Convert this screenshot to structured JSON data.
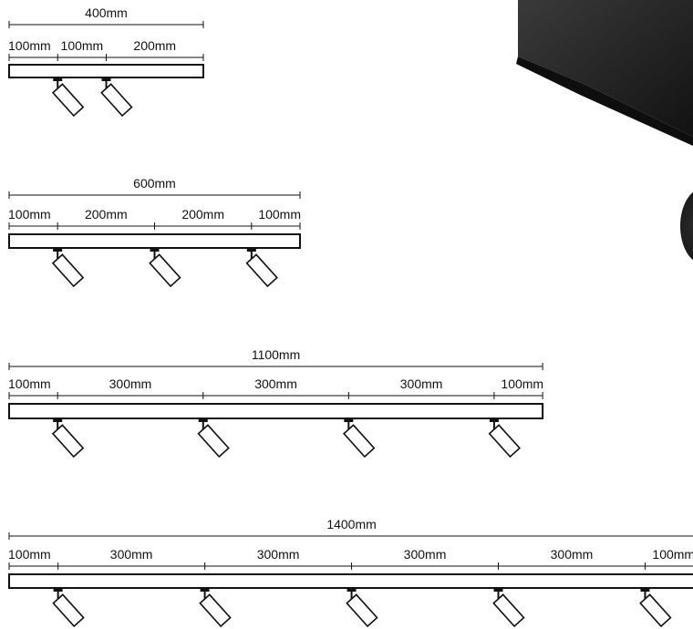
{
  "colors": {
    "ink": "#111111",
    "paper": "#ffffff",
    "product_dark": "#1b1b1b",
    "product_mid": "#333333"
  },
  "product_photo": {
    "icon": "track-light-product-photo"
  },
  "configurations": [
    {
      "id": "400",
      "total_mm": 400,
      "total_label": "400mm",
      "segments_mm": [
        100,
        100,
        200
      ],
      "segment_labels": [
        "100mm",
        "100mm",
        "200mm"
      ],
      "spotlight_count": 2
    },
    {
      "id": "600",
      "total_mm": 600,
      "total_label": "600mm",
      "segments_mm": [
        100,
        200,
        200,
        100
      ],
      "segment_labels": [
        "100mm",
        "200mm",
        "200mm",
        "100mm"
      ],
      "spotlight_count": 3
    },
    {
      "id": "1100",
      "total_mm": 1100,
      "total_label": "1100mm",
      "segments_mm": [
        100,
        300,
        300,
        300,
        100
      ],
      "segment_labels": [
        "100mm",
        "300mm",
        "300mm",
        "300mm",
        "100mm"
      ],
      "spotlight_count": 4
    },
    {
      "id": "1400",
      "total_mm": 1400,
      "total_label": "1400mm",
      "segments_mm": [
        100,
        300,
        300,
        300,
        300,
        100
      ],
      "segment_labels": [
        "100mm",
        "300mm",
        "300mm",
        "300mm",
        "300mm",
        "100mm"
      ],
      "spotlight_count": 5
    }
  ]
}
